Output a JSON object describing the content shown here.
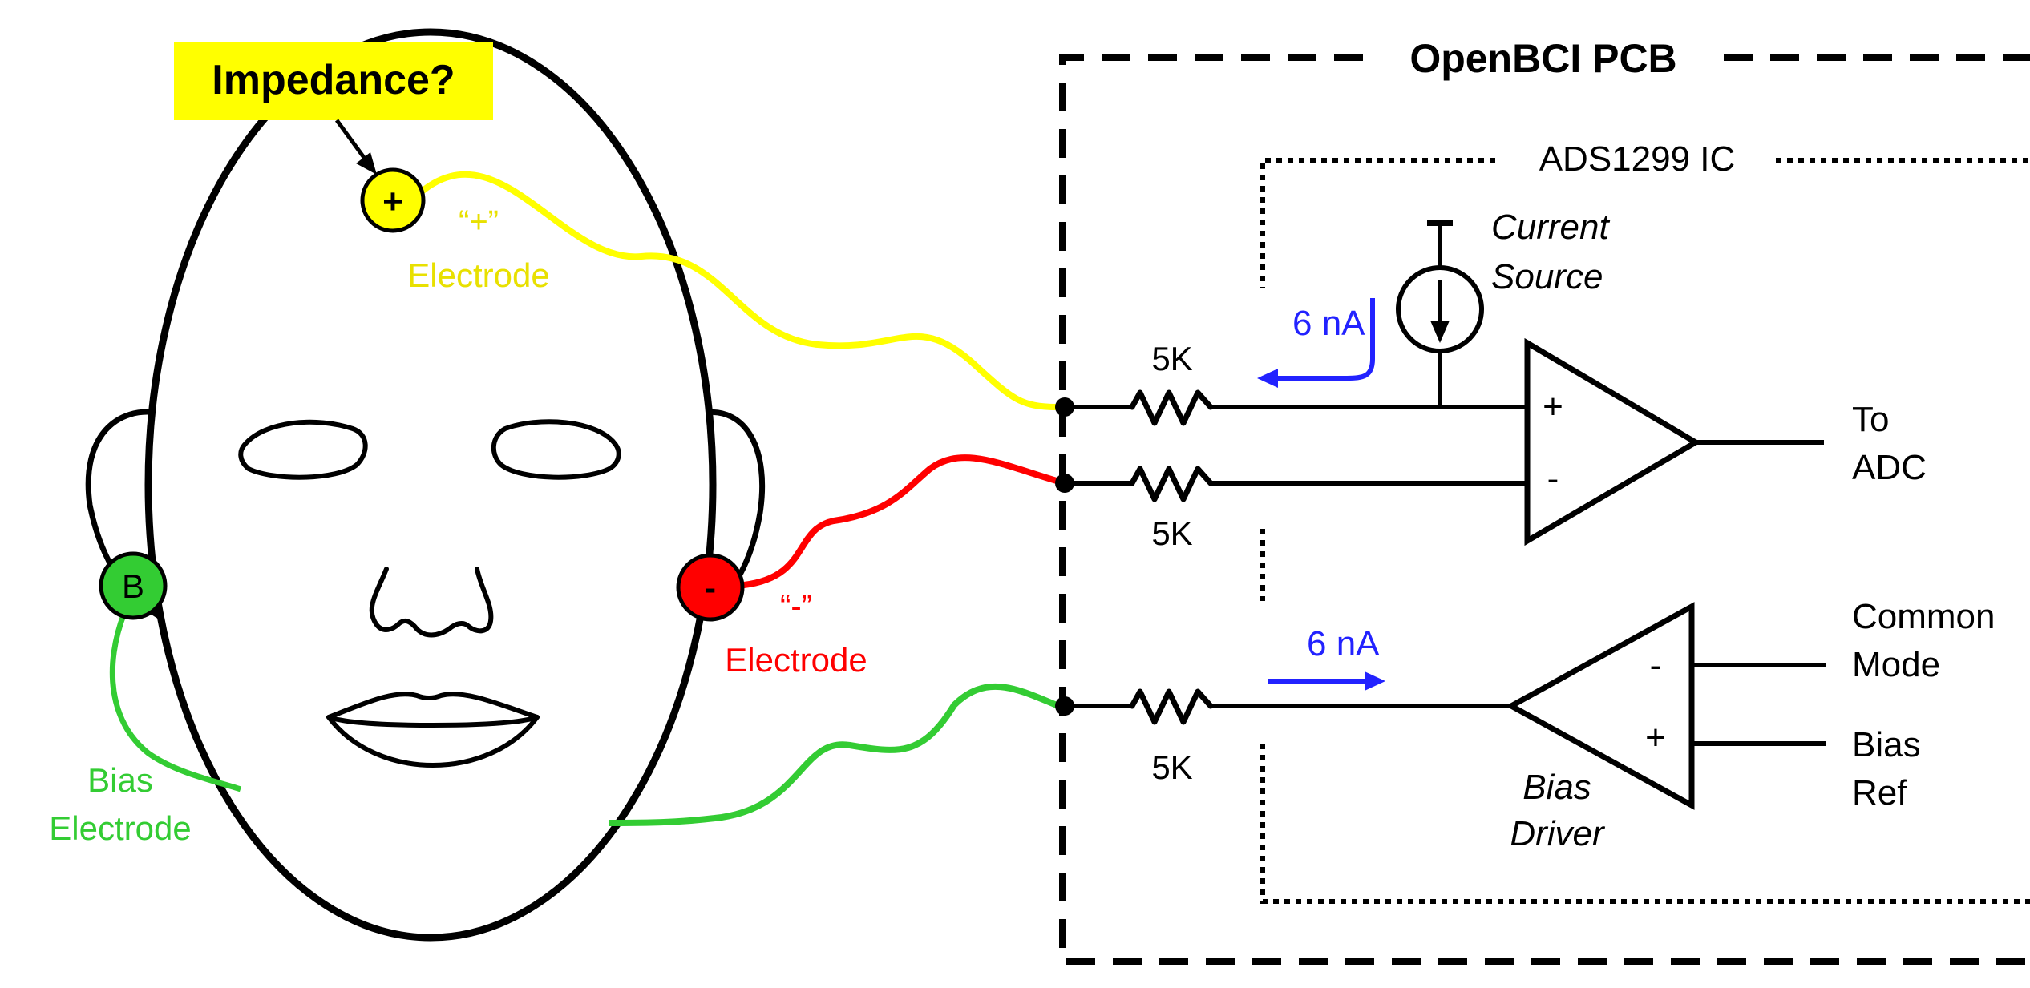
{
  "callout": {
    "text": "Impedance?",
    "color": "#ffff00"
  },
  "electrodes": {
    "positive": {
      "symbol": "+",
      "label_top": "“+”",
      "label_bottom": "Electrode",
      "color": "#ffff00",
      "text_color": "#e8e000"
    },
    "negative": {
      "symbol": "-",
      "label_top": "“-”",
      "label_bottom": "Electrode",
      "color": "#ff0000",
      "text_color": "#ff0000"
    },
    "bias": {
      "symbol": "B",
      "label_top": "Bias",
      "label_bottom": "Electrode",
      "color": "#33cc33",
      "text_color": "#33cc33"
    }
  },
  "pcb": {
    "title": "OpenBCI PCB",
    "ic_title": "ADS1299 IC",
    "resistor_label": "5K",
    "current_source": {
      "line1": "Current",
      "line2": "Source"
    },
    "current_label": "6 nA",
    "current_color": "#2222ff",
    "amp_plus": "+",
    "amp_minus": "-",
    "output": {
      "line1": "To",
      "line2": "ADC"
    },
    "bias_driver": {
      "line1": "Bias",
      "line2": "Driver"
    },
    "common_mode": {
      "line1": "Common",
      "line2": "Mode"
    },
    "bias_ref": {
      "line1": "Bias",
      "line2": "Ref"
    }
  }
}
